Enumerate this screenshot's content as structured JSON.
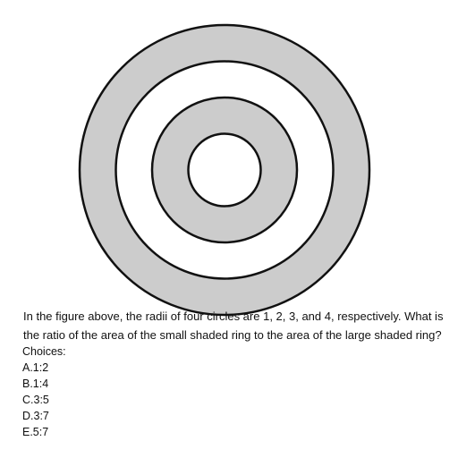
{
  "question": {
    "text": "In the figure above, the radii of four circles are 1, 2, 3, and 4, respectively. What is the ratio of the area of the small shaded ring to the area of the large shaded ring?",
    "choices_label": "Choices:",
    "choices": [
      "A.1:2",
      "B.1:4",
      "C.3:5",
      "D.3:7",
      "E.5:7"
    ]
  },
  "figure": {
    "circle_radii": [
      1,
      2,
      3,
      4
    ],
    "shaded_rings": [
      [
        1,
        2
      ],
      [
        3,
        4
      ]
    ],
    "shade_color": "#cccccc",
    "stroke_color": "#111111",
    "background_color": "#ffffff"
  }
}
